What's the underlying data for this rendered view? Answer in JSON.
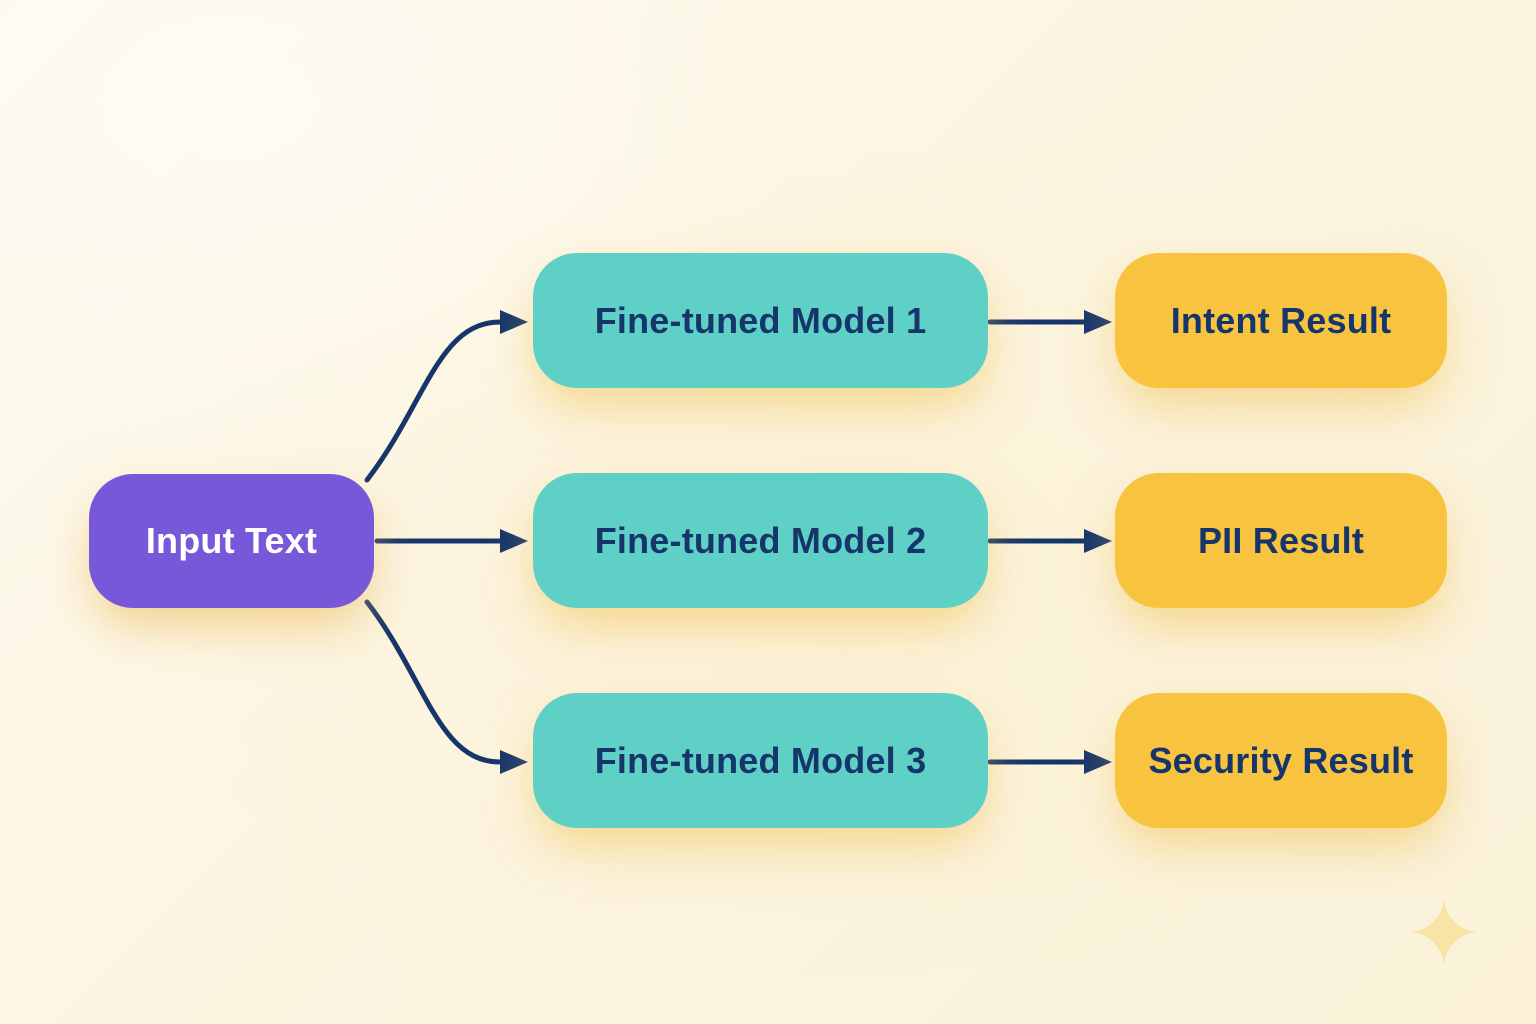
{
  "diagram": {
    "nodes": {
      "input": {
        "label": "Input Text"
      },
      "models": [
        {
          "label": "Fine-tuned Model 1"
        },
        {
          "label": "Fine-tuned Model 2"
        },
        {
          "label": "Fine-tuned Model 3"
        }
      ],
      "results": [
        {
          "label": "Intent Result"
        },
        {
          "label": "PII Result"
        },
        {
          "label": "Security Result"
        }
      ]
    },
    "connections": [
      {
        "from": "Input Text",
        "to": "Fine-tuned Model 1"
      },
      {
        "from": "Input Text",
        "to": "Fine-tuned Model 2"
      },
      {
        "from": "Input Text",
        "to": "Fine-tuned Model 3"
      },
      {
        "from": "Fine-tuned Model 1",
        "to": "Intent Result"
      },
      {
        "from": "Fine-tuned Model 2",
        "to": "PII Result"
      },
      {
        "from": "Fine-tuned Model 3",
        "to": "Security Result"
      }
    ],
    "colors": {
      "background": "#FCF5E1",
      "input_node": "#7658D8",
      "model_node": "#5FD0C5",
      "result_node": "#F8C440",
      "input_text": "#FFFFFF",
      "node_text": "#16356B",
      "arrow": "#16356B",
      "sparkle": "#F8E4A4",
      "glow_shadow": "#F1C154"
    }
  }
}
